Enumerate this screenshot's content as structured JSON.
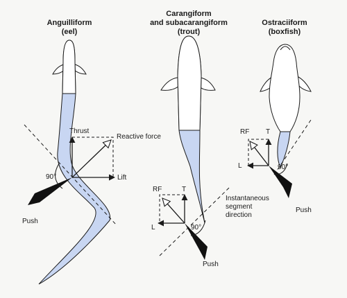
{
  "panels": {
    "eel": {
      "title_line1": "Anguilliform",
      "title_line2": "(eel)",
      "thrust": "Thrust",
      "reactive_force": "Reactive force",
      "lift": "Lift",
      "angle": "90°",
      "push": "Push"
    },
    "trout": {
      "title_line1": "Carangiform",
      "title_line2": "and subacarangiform",
      "title_line3": "(trout)",
      "rf": "RF",
      "t": "T",
      "l": "L",
      "angle": "90°",
      "push": "Push"
    },
    "boxfish": {
      "title_line1": "Ostraciiform",
      "title_line2": "(boxfish)",
      "rf": "RF",
      "t": "T",
      "l": "L",
      "angle": "90°",
      "push": "Push",
      "segment_line1": "Instantaneous",
      "segment_line2": "segment",
      "segment_line3": "direction"
    }
  },
  "colors": {
    "body_fill": "#ffffff",
    "propulsive_region": "#c8d6f2",
    "outline": "#1a1a1a"
  }
}
